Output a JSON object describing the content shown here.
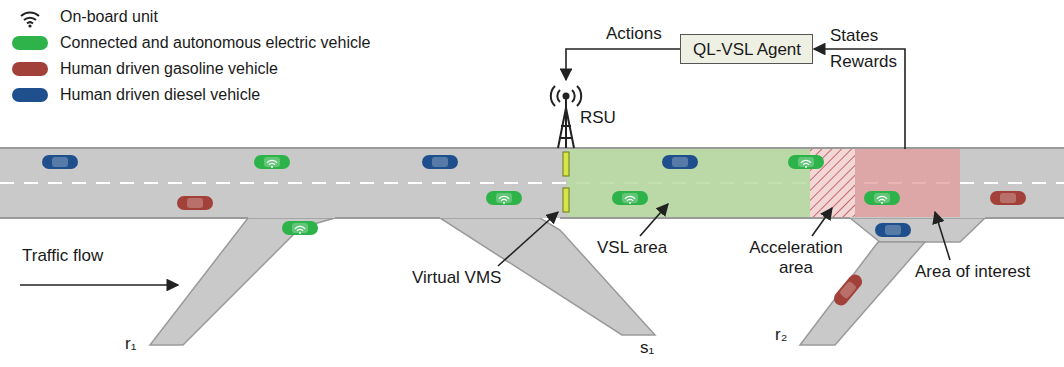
{
  "diagram": {
    "nodes": [
      {
        "text": [
          "QL-VSL Agent"
        ]
      }
    ],
    "labels": [
      "Actions",
      "States",
      "Rewards",
      "RSU",
      "Traffic flow",
      "Virtual VMS",
      "VSL area",
      "Acceleration area",
      "Area of interest",
      "r₁",
      "s₁",
      "r₂"
    ],
    "legend": [
      {
        "text": "On-board unit"
      },
      {
        "text": "Connected and autonomous electric vehicle",
        "color": "#2db34a"
      },
      {
        "text": "Human driven gasoline vehicle",
        "color": "#a2413a"
      },
      {
        "text": "Human driven diesel vehicle",
        "color": "#1f4f8c"
      }
    ]
  }
}
